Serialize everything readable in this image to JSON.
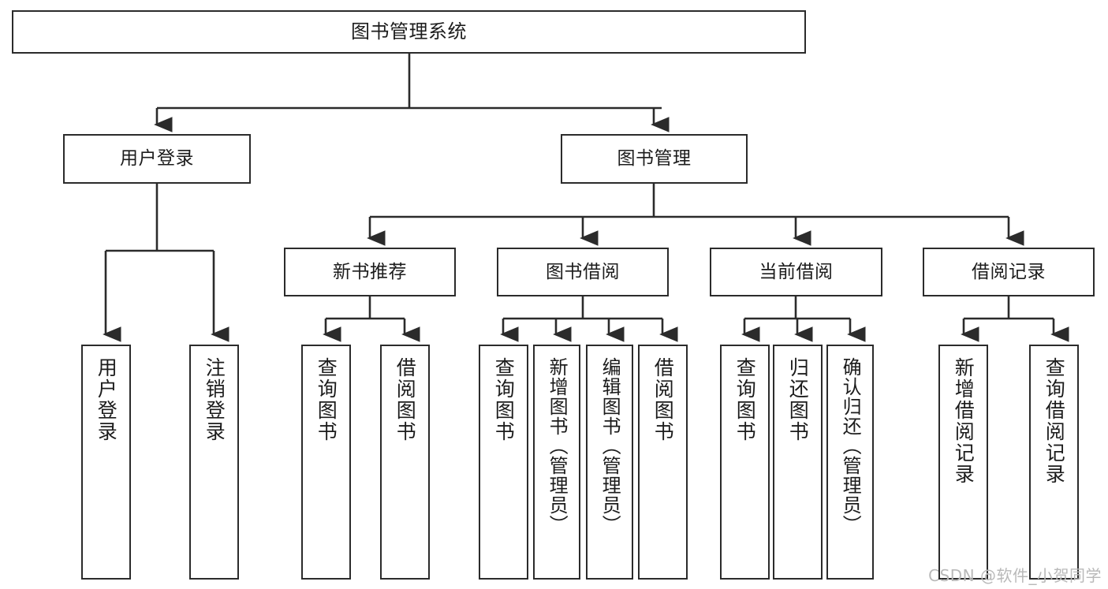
{
  "diagram": {
    "title": "图书管理系统",
    "type": "tree",
    "watermark": "CSDN @软件_小贺同学",
    "colors": {
      "stroke": "#2b2b2b",
      "fill": "#ffffff",
      "text": "#1c1c1c",
      "watermark": "#b9b9b9"
    },
    "levels": [
      {
        "level": 1,
        "nodes": [
          {
            "id": "root",
            "label": "图书管理系统"
          }
        ]
      },
      {
        "level": 2,
        "nodes": [
          {
            "id": "login",
            "label": "用户登录",
            "parent": "root"
          },
          {
            "id": "bookmgmt",
            "label": "图书管理",
            "parent": "root"
          }
        ]
      },
      {
        "level": 3,
        "nodes": [
          {
            "id": "newbook",
            "label": "新书推荐",
            "parent": "bookmgmt"
          },
          {
            "id": "borrow",
            "label": "图书借阅",
            "parent": "bookmgmt"
          },
          {
            "id": "current",
            "label": "当前借阅",
            "parent": "bookmgmt"
          },
          {
            "id": "records",
            "label": "借阅记录",
            "parent": "bookmgmt"
          }
        ]
      },
      {
        "level": 4,
        "nodes": [
          {
            "id": "leaf1",
            "label": "用户登录",
            "parent": "login"
          },
          {
            "id": "leaf2",
            "label": "注销登录",
            "parent": "login"
          },
          {
            "id": "leaf3",
            "label": "查询图书",
            "parent": "newbook"
          },
          {
            "id": "leaf4",
            "label": "借阅图书",
            "parent": "newbook"
          },
          {
            "id": "leaf5",
            "label": "查询图书",
            "parent": "borrow"
          },
          {
            "id": "leaf6",
            "label": "新增图书（管理员）",
            "parent": "borrow"
          },
          {
            "id": "leaf7",
            "label": "编辑图书（管理员）",
            "parent": "borrow"
          },
          {
            "id": "leaf8",
            "label": "借阅图书",
            "parent": "borrow"
          },
          {
            "id": "leaf9",
            "label": "查询图书",
            "parent": "current"
          },
          {
            "id": "leaf10",
            "label": "归还图书",
            "parent": "current"
          },
          {
            "id": "leaf11",
            "label": "确认归还（管理员）",
            "parent": "current"
          },
          {
            "id": "leaf12",
            "label": "新增借阅记录",
            "parent": "records"
          },
          {
            "id": "leaf13",
            "label": "查询借阅记录",
            "parent": "records"
          }
        ]
      }
    ]
  }
}
